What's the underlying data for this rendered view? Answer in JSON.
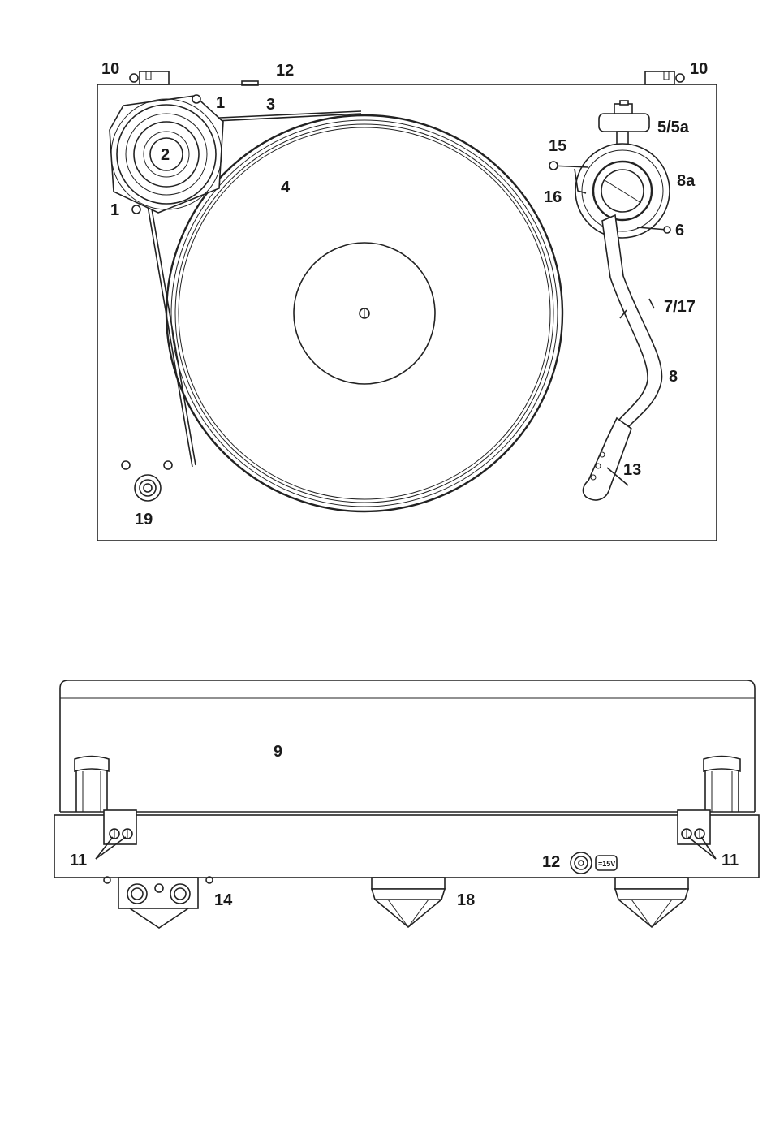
{
  "colors": {
    "line": "#222222",
    "background": "#ffffff"
  },
  "top_view": {
    "labels": {
      "hinge_left": "10",
      "hinge_right": "10",
      "power_top": "12",
      "motor_screw_top": "1",
      "motor_screw_bottom": "1",
      "belt": "3",
      "pulley": "2",
      "platter": "4",
      "counterweight": "5/5a",
      "antiskate": "15",
      "antiskate_weight": "16",
      "arm_base": "8a",
      "height_screw": "6",
      "lift": "7/17",
      "tonearm": "8",
      "headshell": "13",
      "speed_switch": "19"
    }
  },
  "rear_view": {
    "labels": {
      "dust_cover": "9",
      "hinge_screws_left": "11",
      "hinge_screws_right": "11",
      "power_socket": "12",
      "voltage": "=15V",
      "rca_outputs": "14",
      "feet": "18"
    }
  }
}
